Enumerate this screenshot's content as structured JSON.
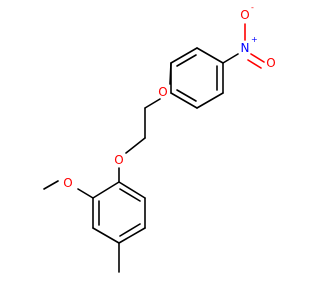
{
  "molecule": {
    "atoms": {
      "o_methoxy": {
        "symbol": "O",
        "color": "#ff0000"
      },
      "o_aryl_lower": {
        "symbol": "O",
        "color": "#ff0000"
      },
      "o_aryl_upper": {
        "symbol": "O",
        "color": "#ff0000"
      },
      "n_nitro": {
        "symbol": "N",
        "color": "#0000ff",
        "charge": "+"
      },
      "o_nitro_top": {
        "symbol": "O",
        "color": "#ff0000",
        "charge": "-"
      },
      "o_nitro_bottom": {
        "symbol": "O",
        "color": "#ff0000"
      }
    },
    "colors": {
      "carbon_bond": "#000000",
      "oxygen": "#ff0000",
      "nitrogen": "#0000ff"
    }
  }
}
